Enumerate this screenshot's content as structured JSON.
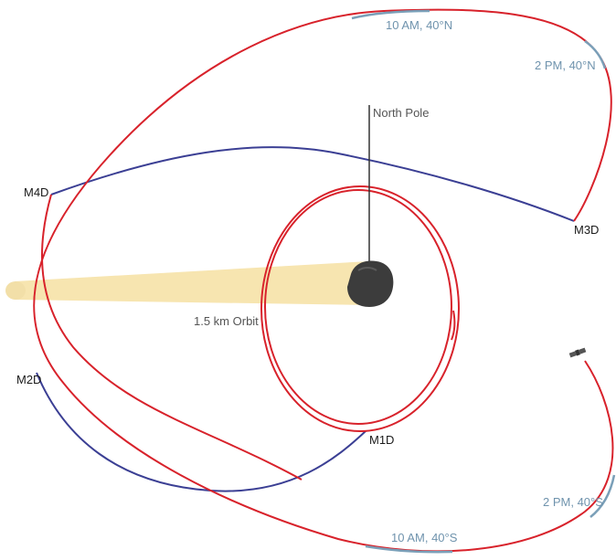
{
  "diagram": {
    "labels": {
      "north_pole": "North Pole",
      "orbit": "1.5 km Orbit",
      "m1d": "M1D",
      "m2d": "M2D",
      "m3d": "M3D",
      "m4d": "M4D",
      "am10_north": "10 AM, 40°N",
      "pm2_north": "2 PM, 40°N",
      "pm2_south": "2 PM, 40°S",
      "am10_south": "10 AM, 40°S"
    },
    "colors": {
      "red_trajectory": "#d8222b",
      "blue_trajectory": "#3b3f94",
      "latitude_highlight": "#7a9fb8",
      "sun_beam": "#f7e5b0",
      "asteroid": "#3c3c3c",
      "pole_line": "#333333"
    },
    "icons": [
      "asteroid-icon",
      "spacecraft-icon"
    ]
  }
}
